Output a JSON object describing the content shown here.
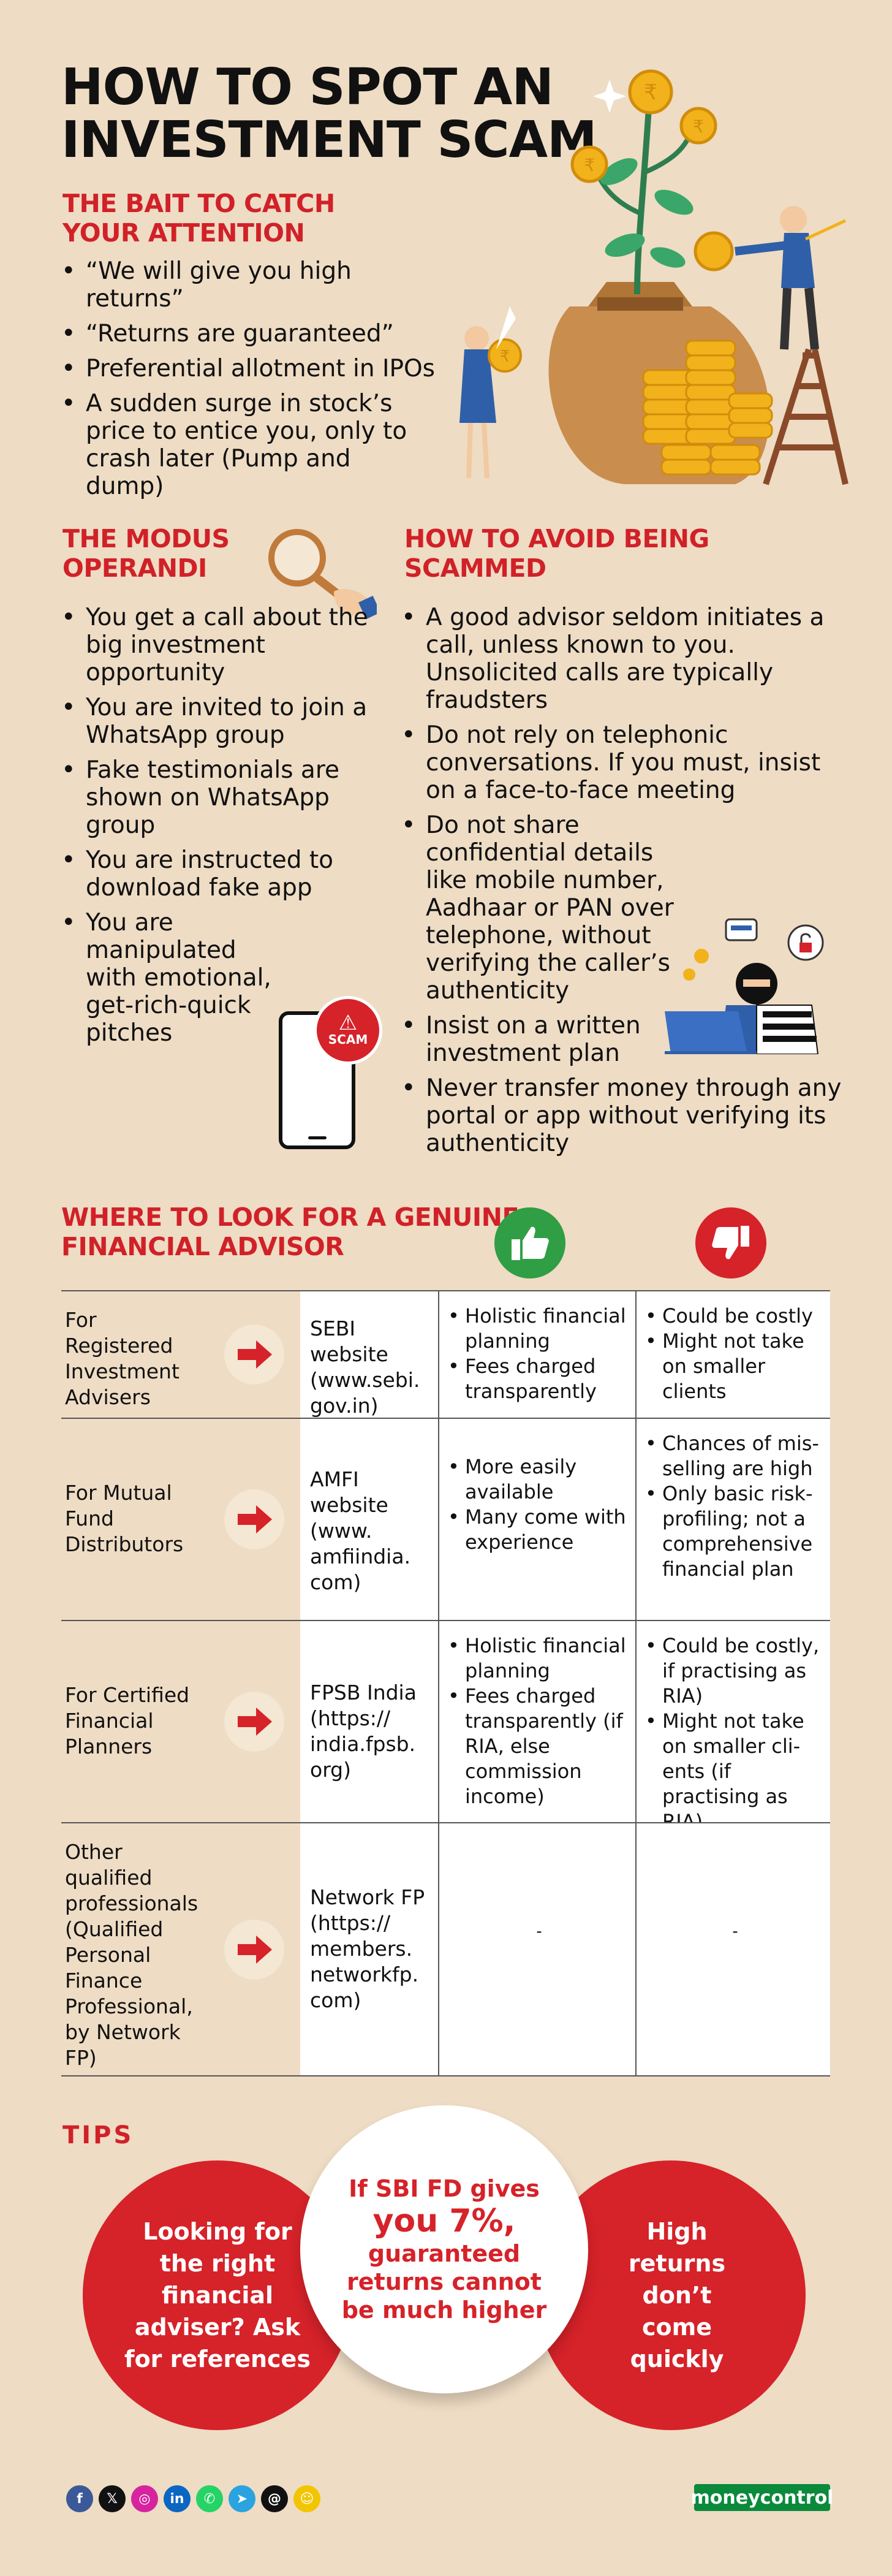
{
  "title": [
    "HOW TO SPOT AN",
    "INVESTMENT SCAM"
  ],
  "bait": {
    "heading": [
      "THE BAIT TO CATCH",
      "YOUR ATTENTION"
    ],
    "items": [
      "“We will give you high returns”",
      "“Returns are guaranteed”",
      "Preferential allotment in IPOs",
      "A sudden surge in stock’s price to entice you, only to crash later (Pump and dump)"
    ]
  },
  "modus": {
    "heading": [
      "THE MODUS",
      "OPERANDI"
    ],
    "items": [
      "You get a call about the big investment opportunity",
      "You are invited to join a WhatsApp group",
      "Fake testimonials are shown on WhatsApp group",
      "You are instructed to download fake app",
      "You are manipulated with emotional, get-rich-quick pitches"
    ],
    "phone_badge": "SCAM"
  },
  "avoid": {
    "heading": [
      "HOW TO AVOID BEING",
      "SCAMMED"
    ],
    "items": [
      "A good advisor seldom initiates a call, unless known to you. Unsolicited calls are typically fraudsters",
      "Do not rely on telephonic conversations. If you must, insist on a face-to-face meeting",
      "Do not share confidential details like mobile number, Aadhaar or PAN over telephone, without verifying the caller’s authenticity",
      "Insist on a written investment plan",
      "Never transfer money through any portal or app without verifying its authenticity"
    ]
  },
  "where": {
    "heading": [
      "WHERE TO LOOK FOR A GENUINE",
      "FINANCIAL ADVISOR"
    ],
    "rows": [
      {
        "label": "For Registered Investment Advisers",
        "website": "SEBI website (www.sebi. gov.in)",
        "pros": [
          "Holistic financial planning",
          "Fees charged transparently"
        ],
        "cons": [
          "Could be costly",
          "Might not take on smaller clients"
        ]
      },
      {
        "label": "For Mutual Fund Distributors",
        "website": "AMFI website (www. amfiindia. com)",
        "pros": [
          "More easily available",
          "Many come with experience"
        ],
        "cons": [
          "Chances of mis-selling are high",
          "Only basic risk-profiling; not a comprehensive financial plan"
        ]
      },
      {
        "label": "For Certified Financial Planners",
        "website": "FPSB India (https:// india.fpsb. org)",
        "pros": [
          "Holistic financial planning",
          "Fees charged transparently (if RIA, else commission income)"
        ],
        "cons": [
          "Could be costly, if practising as RIA)",
          "Might not take on smaller cli- ents (if practising as RIA)"
        ]
      },
      {
        "label": "Other qualified professionals (Qualified Personal Finance Professional, by Network FP)",
        "website": "Network FP (https:// members. networkfp. com)",
        "pros_dash": "-",
        "cons_dash": "-"
      }
    ]
  },
  "tips": {
    "heading": "TIPS",
    "left": "Looking for the right financial adviser? Ask for references",
    "center_top": "If SBI FD gives",
    "center_big": "you 7%,",
    "center_bottom": "guaranteed returns cannot be much higher",
    "right": "High returns don’t come quickly"
  },
  "footer": {
    "social_icons": [
      "facebook-icon",
      "x-icon",
      "instagram-icon",
      "linkedin-icon",
      "whatsapp-icon",
      "telegram-icon",
      "threads-icon",
      "snapchat-icon"
    ],
    "social_glyphs": [
      "f",
      "𝕏",
      "◎",
      "in",
      "✆",
      "➤",
      "@",
      "☺"
    ],
    "social_colors": [
      "#3b5998",
      "#111111",
      "#d6249f",
      "#0a66c2",
      "#25d366",
      "#2aa3e0",
      "#111111",
      "#f2c500"
    ],
    "brand": "moneycontrol"
  },
  "colors": {
    "accent": "#d12128",
    "background": "#eedcc4",
    "pro_green": "#2f9e44",
    "con_red": "#d62229"
  }
}
